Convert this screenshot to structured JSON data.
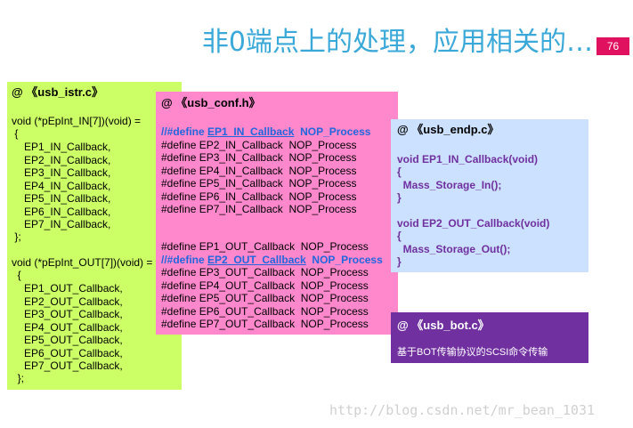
{
  "title": "非0端点上的处理，应用相关的…",
  "page_number": "76",
  "istr": {
    "header": "@ 《usb_istr.c》",
    "in_decl": "void (*pEpInt_IN[7])(void) =",
    "open1": " {",
    "in_items": [
      "EP1_IN_Callback,",
      "EP2_IN_Callback,",
      "EP3_IN_Callback,",
      "EP4_IN_Callback,",
      "EP5_IN_Callback,",
      "EP6_IN_Callback,",
      "EP7_IN_Callback,"
    ],
    "close1": " };",
    "out_decl": "void (*pEpInt_OUT[7])(void) =",
    "open2": "  {",
    "out_items": [
      "EP1_OUT_Callback,",
      "EP2_OUT_Callback,",
      "EP3_OUT_Callback,",
      "EP4_OUT_Callback,",
      "EP5_OUT_Callback,",
      "EP6_OUT_Callback,",
      "EP7_OUT_Callback,"
    ],
    "close2": "  };"
  },
  "conf": {
    "header": "@ 《usb_conf.h》",
    "in_lines": [
      {
        "prefix": "//#define ",
        "name": "EP1_IN_Callback",
        "value": "NOP_Process"
      },
      {
        "prefix": "#define ",
        "name": "EP2_IN_Callback",
        "value": "NOP_Process"
      },
      {
        "prefix": "#define ",
        "name": "EP3_IN_Callback",
        "value": "NOP_Process"
      },
      {
        "prefix": "#define ",
        "name": "EP4_IN_Callback",
        "value": "NOP_Process"
      },
      {
        "prefix": "#define ",
        "name": "EP5_IN_Callback",
        "value": "NOP_Process"
      },
      {
        "prefix": "#define ",
        "name": "EP6_IN_Callback",
        "value": "NOP_Process"
      },
      {
        "prefix": "#define ",
        "name": "EP7_IN_Callback",
        "value": "NOP_Process"
      }
    ],
    "out_lines": [
      {
        "prefix": "#define ",
        "name": "EP1_OUT_Callback",
        "value": "NOP_Process"
      },
      {
        "prefix": "//#define ",
        "name": "EP2_OUT_Callback",
        "value": "NOP_Process"
      },
      {
        "prefix": "#define ",
        "name": "EP3_OUT_Callback",
        "value": "NOP_Process"
      },
      {
        "prefix": "#define ",
        "name": "EP4_OUT_Callback",
        "value": "NOP_Process"
      },
      {
        "prefix": "#define ",
        "name": "EP5_OUT_Callback",
        "value": "NOP_Process"
      },
      {
        "prefix": "#define ",
        "name": "EP6_OUT_Callback",
        "value": "NOP_Process"
      },
      {
        "prefix": "#define ",
        "name": "EP7_OUT_Callback",
        "value": "NOP_Process"
      }
    ]
  },
  "endp": {
    "header": "@ 《usb_endp.c》",
    "fn1_decl": "void EP1_IN_Callback(void)",
    "fn1_open": "{",
    "fn1_body": "  Mass_Storage_In();",
    "fn1_close": "}",
    "fn2_decl": "void EP2_OUT_Callback(void)",
    "fn2_open": "{",
    "fn2_body": "  Mass_Storage_Out();",
    "fn2_close": "}"
  },
  "bot": {
    "header": "@ 《usb_bot.c》",
    "desc": "基于BOT传输协议的SCSI命令传输"
  },
  "watermark": "http://blog.csdn.net/mr_bean_1031",
  "colors": {
    "title": "#3aa8d8",
    "page_badge": "#e0115f",
    "istr_bg": "#ccff66",
    "conf_bg": "#ff88cc",
    "endp_bg": "#cce0ff",
    "bot_bg": "#7030a0",
    "highlight_blue": "#2266dd",
    "code_purple": "#7030a0"
  }
}
